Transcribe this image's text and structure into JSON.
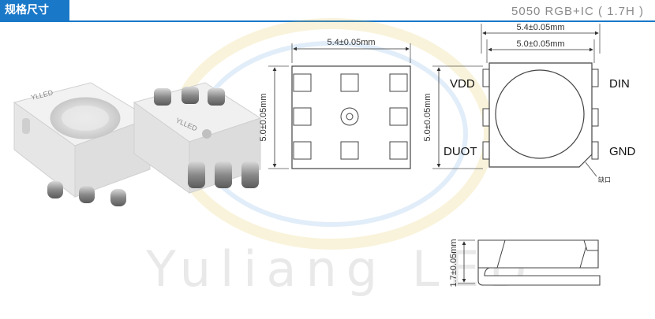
{
  "header": {
    "tab_label": "规格尺寸",
    "product_title": "5050 RGB+IC ( 1.7H )"
  },
  "watermark": {
    "text": "Yuliang LED"
  },
  "photo": {
    "led_text_1": "YLLED",
    "led_text_2": "YLLED"
  },
  "front_view": {
    "width_label": "5.4±0.05mm",
    "height_label": "5.0±0.05mm"
  },
  "pin_view": {
    "top_width_label": "5.4±0.05mm",
    "inner_width_label": "5.0±0.05mm",
    "height_label": "5.0±0.05mm",
    "pins": {
      "vdd": "VDD",
      "din": "DIN",
      "duot": "DUOT",
      "gnd": "GND"
    },
    "notch_label": "缺口"
  },
  "side_view": {
    "height_label": "1.7±0.05mm"
  },
  "colors": {
    "accent": "#1a78c8",
    "title_gray": "#8a8a8a"
  }
}
